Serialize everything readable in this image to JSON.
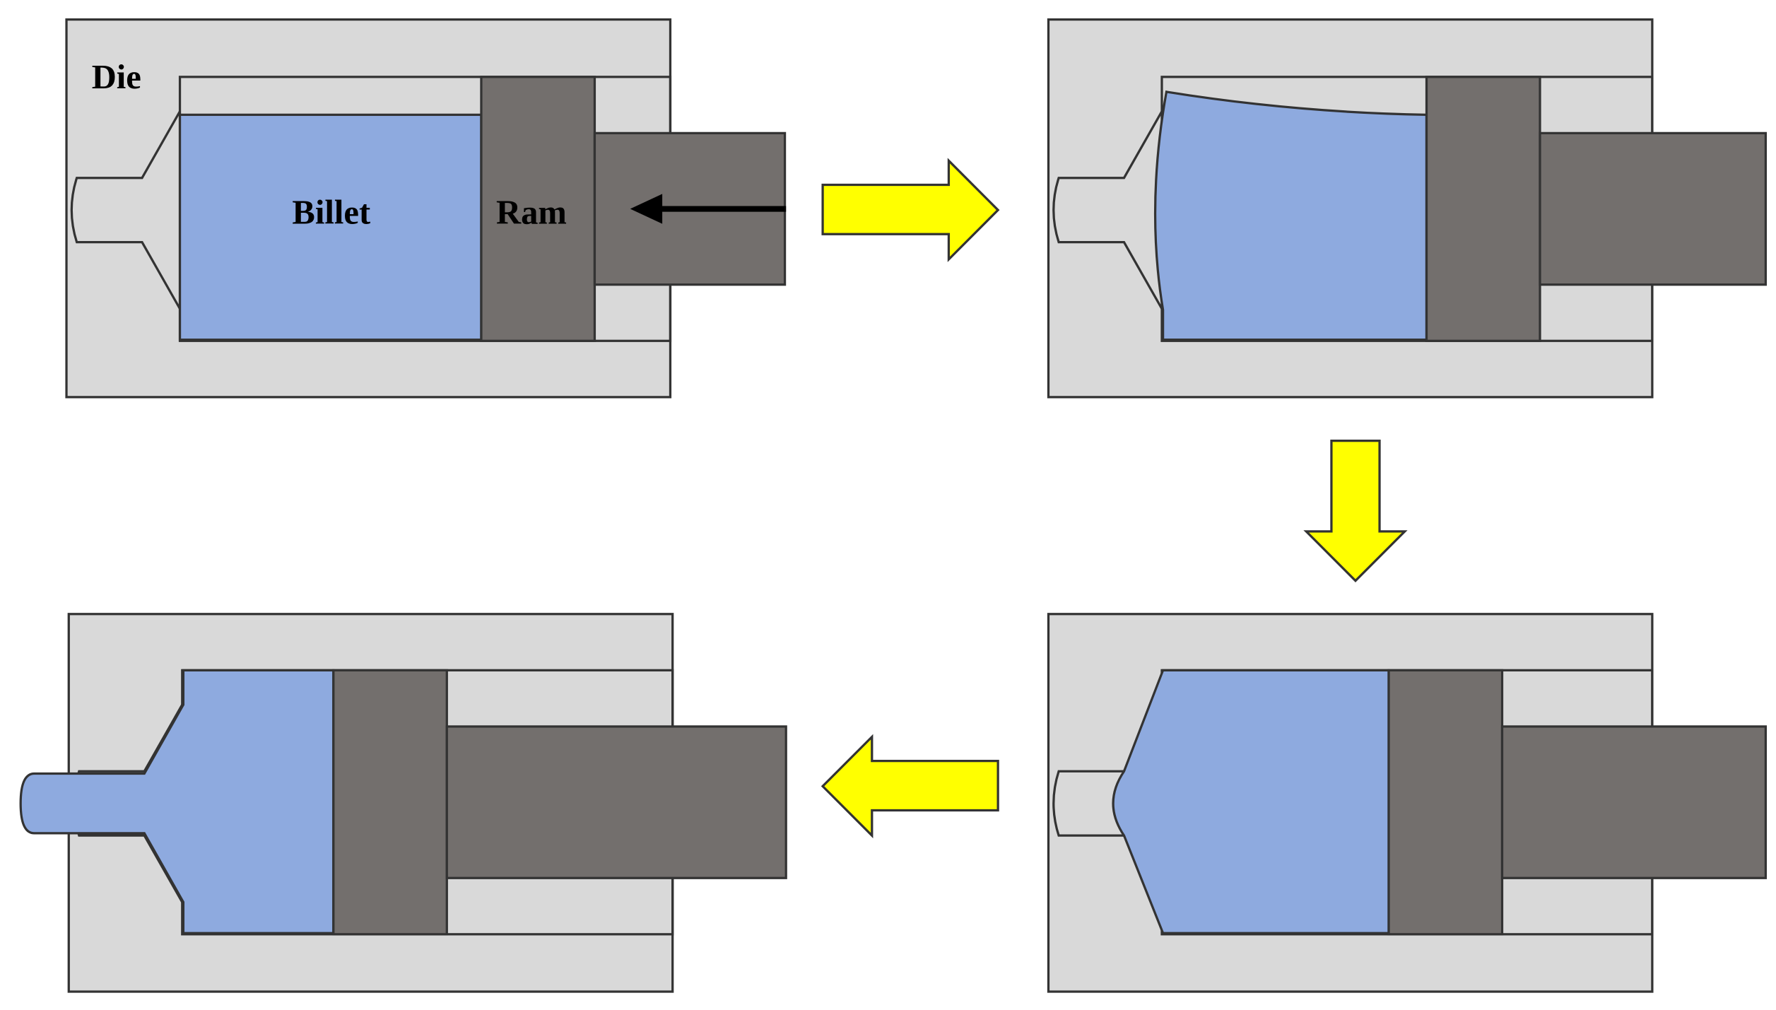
{
  "labels": {
    "die": "Die",
    "billet": "Billet",
    "ram": "Ram"
  },
  "stages": [
    {
      "name": "stage-1-initial"
    },
    {
      "name": "stage-2-upsetting"
    },
    {
      "name": "stage-3-filling"
    },
    {
      "name": "stage-4-extruded"
    }
  ],
  "arrows": [
    "right",
    "down",
    "left"
  ],
  "colors": {
    "die": "#d9d9d9",
    "billet": "#8eaadf",
    "ram": "#736f6d",
    "outline": "#333333",
    "flow_arrow": "#ffff00",
    "force_arrow": "#000000"
  }
}
